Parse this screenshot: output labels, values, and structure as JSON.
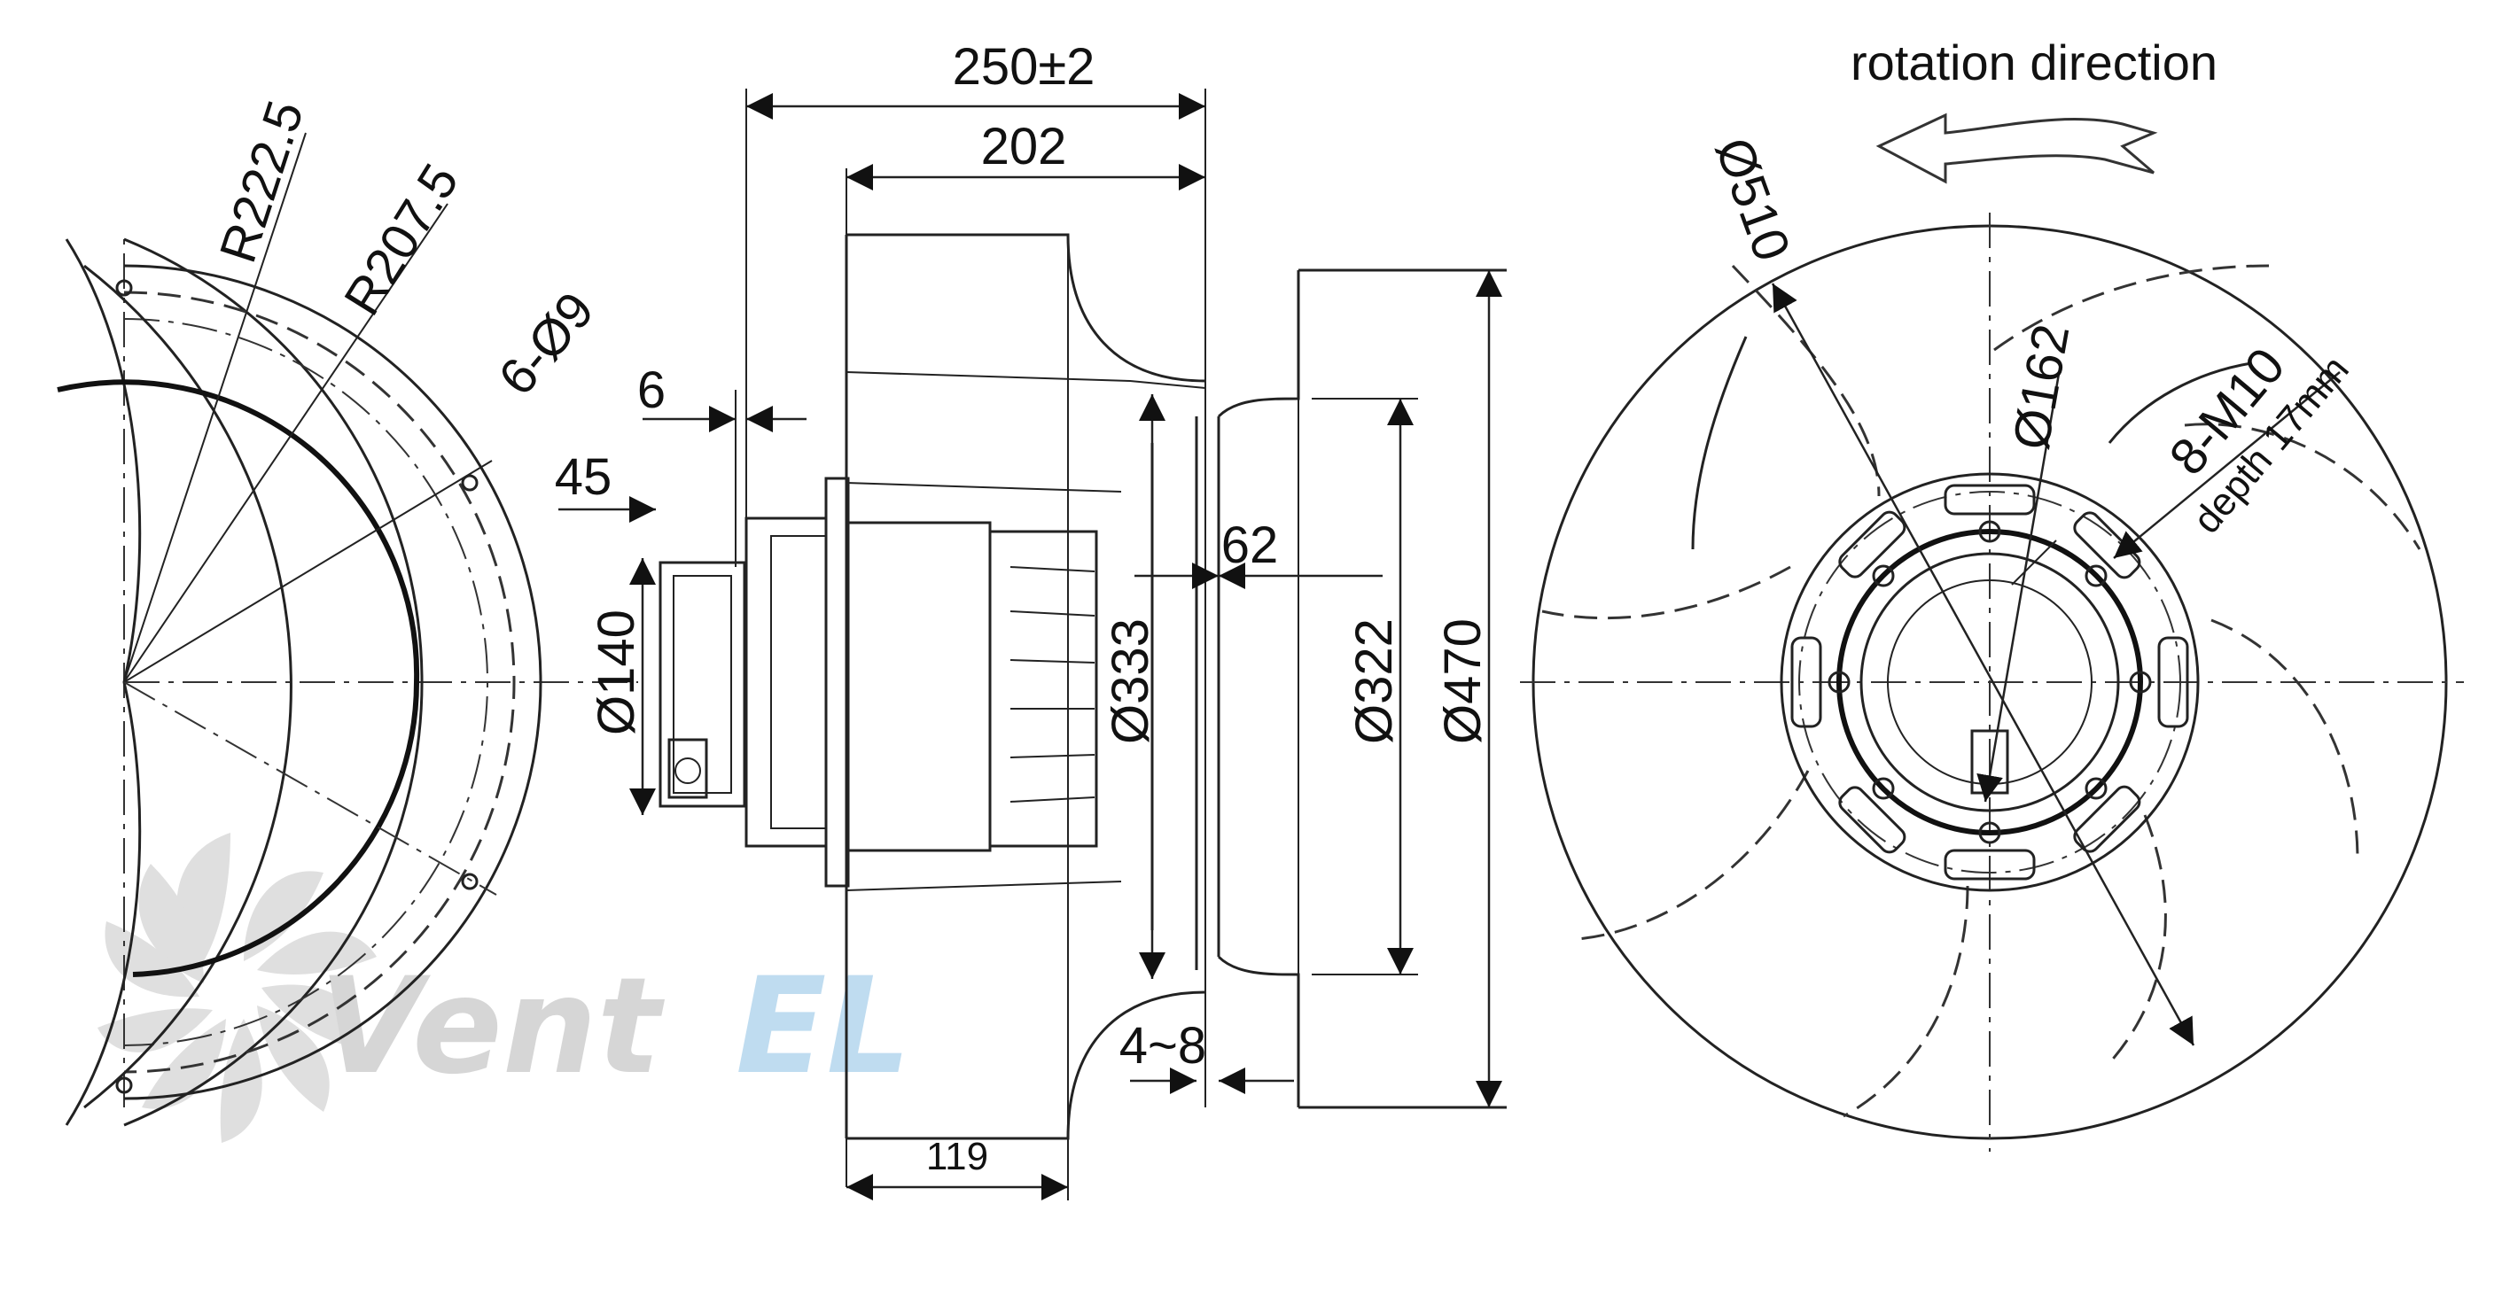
{
  "rotation": {
    "label": "rotation direction"
  },
  "dimensions": {
    "overall_length": "250±2",
    "impeller_length": "202",
    "flange_thickness": "6",
    "motor_offset": "45",
    "motor_dia": "Ø140",
    "inlet_dia": "Ø333",
    "gap": "62",
    "inlet_ring_dia": "Ø322",
    "outer_ring_dia": "Ø470",
    "clearance": "4~8",
    "impeller_depth": "119",
    "impeller_dia": "Ø510",
    "hub_dia": "Ø162",
    "thread_spec": "8-M10",
    "thread_depth": "depth 17mm",
    "radius_outer": "R222.5",
    "radius_inner": "R207.5",
    "holes": "6-Ø9"
  },
  "watermark": {
    "brand_left": "Vent",
    "brand_right": "EL"
  },
  "colors": {
    "line": "#222222",
    "watermark_grey": "#d7d7d7",
    "watermark_blue": "#b9d9ef"
  }
}
